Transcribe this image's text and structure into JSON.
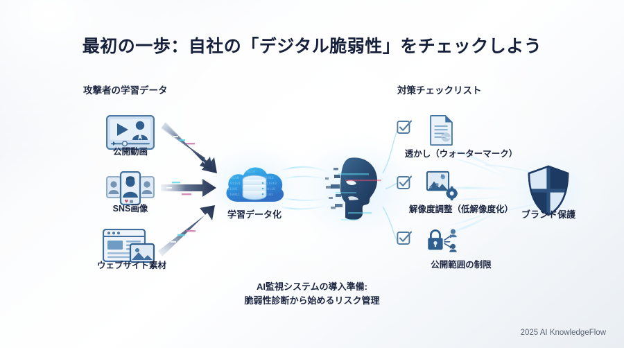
{
  "title": "最初の一歩：自社の「デジタル脆弱性」をチェックしよう",
  "columns": {
    "left_heading": "攻撃者の学習データ",
    "right_heading": "対策チェックリスト"
  },
  "sources": [
    {
      "label": "公開動画",
      "icon": "video-player-icon"
    },
    {
      "label": "SNS画像",
      "icon": "photo-cards-icon"
    },
    {
      "label": "ウェブサイト素材",
      "icon": "website-page-icon"
    }
  ],
  "hub": {
    "label": "学習データ化",
    "icon": "cloud-database-icon"
  },
  "face": {
    "icon": "glitched-face-profile-icon"
  },
  "checklist": [
    {
      "label": "透かし（ウォーターマーク）",
      "icon": "watermark-document-icon",
      "checked": true
    },
    {
      "label": "解像度調整（低解像度化）",
      "icon": "image-resolution-gear-icon",
      "checked": true
    },
    {
      "label": "公開範囲の制限",
      "icon": "lock-share-icon",
      "checked": true
    }
  ],
  "outcome": {
    "label": "ブランド保護",
    "icon": "shield-icon"
  },
  "caption": {
    "line1": "AI監視システムの導入準備:",
    "line2": "脆弱性診断から始めるリスク管理"
  },
  "footer": "2025 AI KnowledgeFlow",
  "colors": {
    "title": "#16203a",
    "text": "#1b2540",
    "arrow": "#2b3f62",
    "cloud": "#2da3e8",
    "icon_blue": "#3e6f9e",
    "icon_dark": "#2a4f77",
    "glow": "#9fe3f7",
    "shield_dark": "#1d3a63",
    "shield_light": "#cfe2f3",
    "footer": "#5c6676"
  }
}
